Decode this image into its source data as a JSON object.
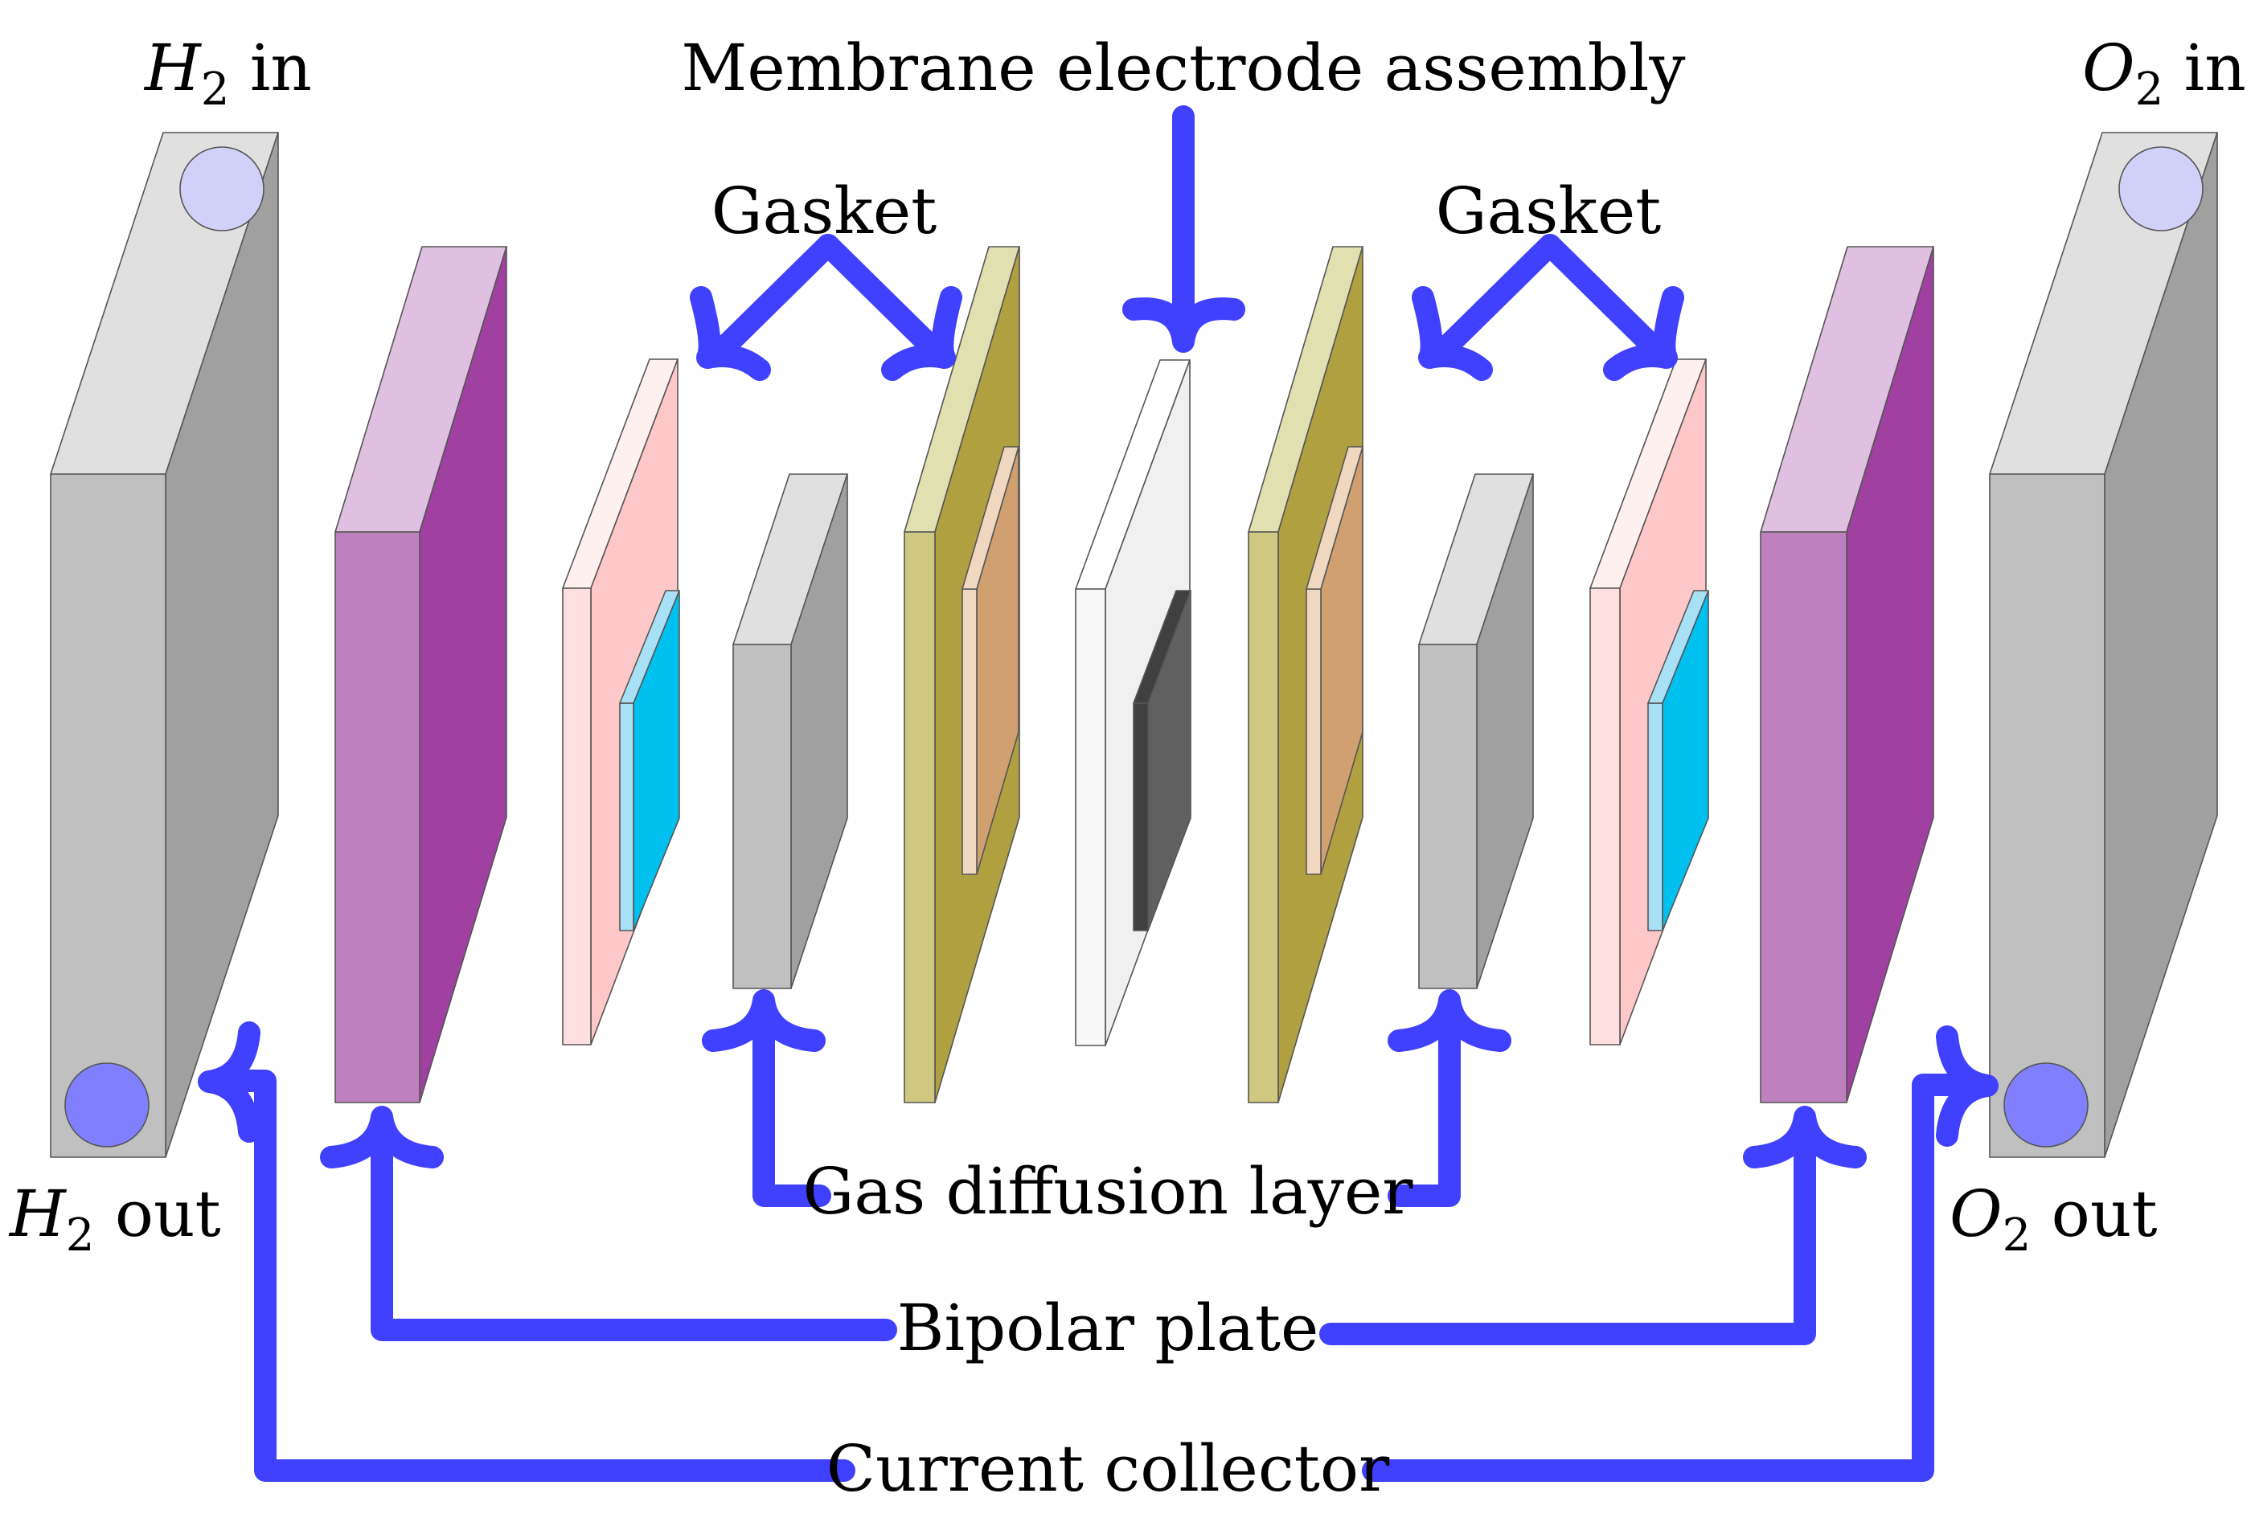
{
  "labels": {
    "mea": "Membrane electrode assembly",
    "gasket_left": "Gasket",
    "gasket_right": "Gasket",
    "gdl": "Gas diffusion layer",
    "bipolar": "Bipolar plate",
    "collector": "Current collector",
    "h2_in": {
      "species": "H",
      "sub": "2",
      "suffix": " in"
    },
    "h2_out": {
      "species": "H",
      "sub": "2",
      "suffix": " out"
    },
    "o2_in": {
      "species": "O",
      "sub": "2",
      "suffix": " in"
    },
    "o2_out": {
      "species": "O",
      "sub": "2",
      "suffix": " out"
    }
  },
  "colors": {
    "arrow": "#4040ff",
    "collector": {
      "front": "#c0c0c0",
      "top": "#e0e0e0",
      "side": "#a0a0a0"
    },
    "bipolar": {
      "front": "#bf80bf",
      "top": "#e0c0e0",
      "side": "#a040a0"
    },
    "gasket_plate": {
      "front": "#ffe0e0",
      "top": "#fff0f0",
      "side": "#ffc8c8"
    },
    "gasket_inset": {
      "front": "#a8e0f5",
      "side": "#00c0f0"
    },
    "gdl": {
      "front": "#c0c0c0",
      "top": "#e0e0e0",
      "side": "#a0a0a0"
    },
    "catalyst_plate": {
      "front": "#cfc880",
      "top": "#e0e0b0",
      "side": "#b0a040"
    },
    "catalyst_inset": {
      "front": "#f0d8c0",
      "side": "#d0a070"
    },
    "membrane": {
      "front": "#f8f8f8",
      "top": "#ffffff",
      "side": "#f0f0f0"
    },
    "membrane_inset": {
      "front": "#404040",
      "side": "#606060"
    },
    "port_inlet": "#d0d0f8",
    "port_outlet": "#8080ff"
  }
}
